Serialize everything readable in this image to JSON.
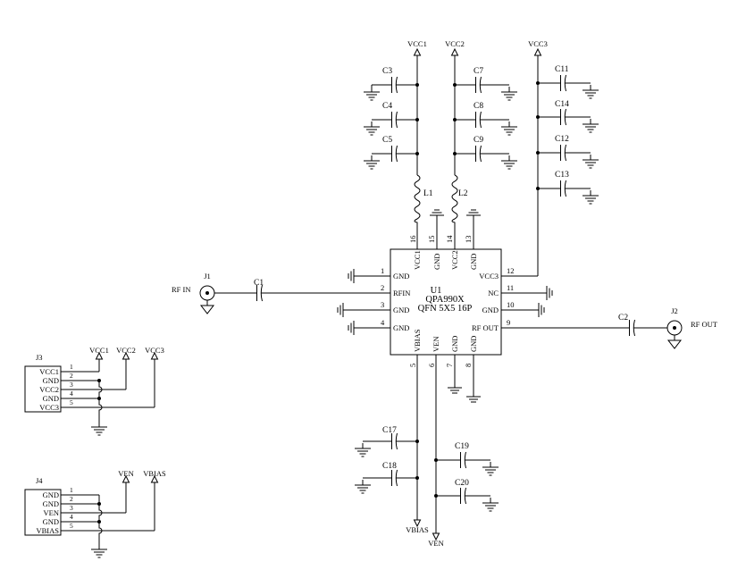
{
  "supply_labels": {
    "vcc1": "VCC1",
    "vcc2": "VCC2",
    "vcc3": "VCC3",
    "ven": "VEN",
    "vbias": "VBIAS"
  },
  "ic": {
    "ref": "U1",
    "part": "QPA990X",
    "package": "QFN 5X5 16P",
    "pins": {
      "p1": {
        "num": "1",
        "name": "GND"
      },
      "p2": {
        "num": "2",
        "name": "RFIN"
      },
      "p3": {
        "num": "3",
        "name": "GND"
      },
      "p4": {
        "num": "4",
        "name": "GND"
      },
      "p5": {
        "num": "5",
        "name": "VBIAS"
      },
      "p6": {
        "num": "6",
        "name": "VEN"
      },
      "p7": {
        "num": "7",
        "name": "GND"
      },
      "p8": {
        "num": "8",
        "name": "GND"
      },
      "p9": {
        "num": "9",
        "name": "RF OUT"
      },
      "p10": {
        "num": "10",
        "name": "GND"
      },
      "p11": {
        "num": "11",
        "name": "NC"
      },
      "p12": {
        "num": "12",
        "name": "VCC3"
      },
      "p13": {
        "num": "13",
        "name": "GND"
      },
      "p14": {
        "num": "14",
        "name": "VCC2"
      },
      "p15": {
        "num": "15",
        "name": "GND"
      },
      "p16": {
        "num": "16",
        "name": "VCC1"
      }
    }
  },
  "components": {
    "c1": "C1",
    "c2": "C2",
    "c3": "C3",
    "c4": "C4",
    "c5": "C5",
    "c7": "C7",
    "c8": "C8",
    "c9": "C9",
    "c11": "C11",
    "c12": "C12",
    "c13": "C13",
    "c14": "C14",
    "c17": "C17",
    "c18": "C18",
    "c19": "C19",
    "c20": "C20",
    "l1": "L1",
    "l2": "L2"
  },
  "connectors": {
    "j1": {
      "ref": "J1",
      "label": "RF IN"
    },
    "j2": {
      "ref": "J2",
      "label": "RF OUT"
    },
    "j3": {
      "ref": "J3",
      "pins": [
        {
          "num": "1",
          "name": "VCC1"
        },
        {
          "num": "2",
          "name": "GND"
        },
        {
          "num": "3",
          "name": "VCC2"
        },
        {
          "num": "4",
          "name": "GND"
        },
        {
          "num": "5",
          "name": "VCC3"
        }
      ]
    },
    "j4": {
      "ref": "J4",
      "pins": [
        {
          "num": "1",
          "name": "GND"
        },
        {
          "num": "2",
          "name": "GND"
        },
        {
          "num": "3",
          "name": "VEN"
        },
        {
          "num": "4",
          "name": "GND"
        },
        {
          "num": "5",
          "name": "VBIAS"
        }
      ]
    }
  }
}
